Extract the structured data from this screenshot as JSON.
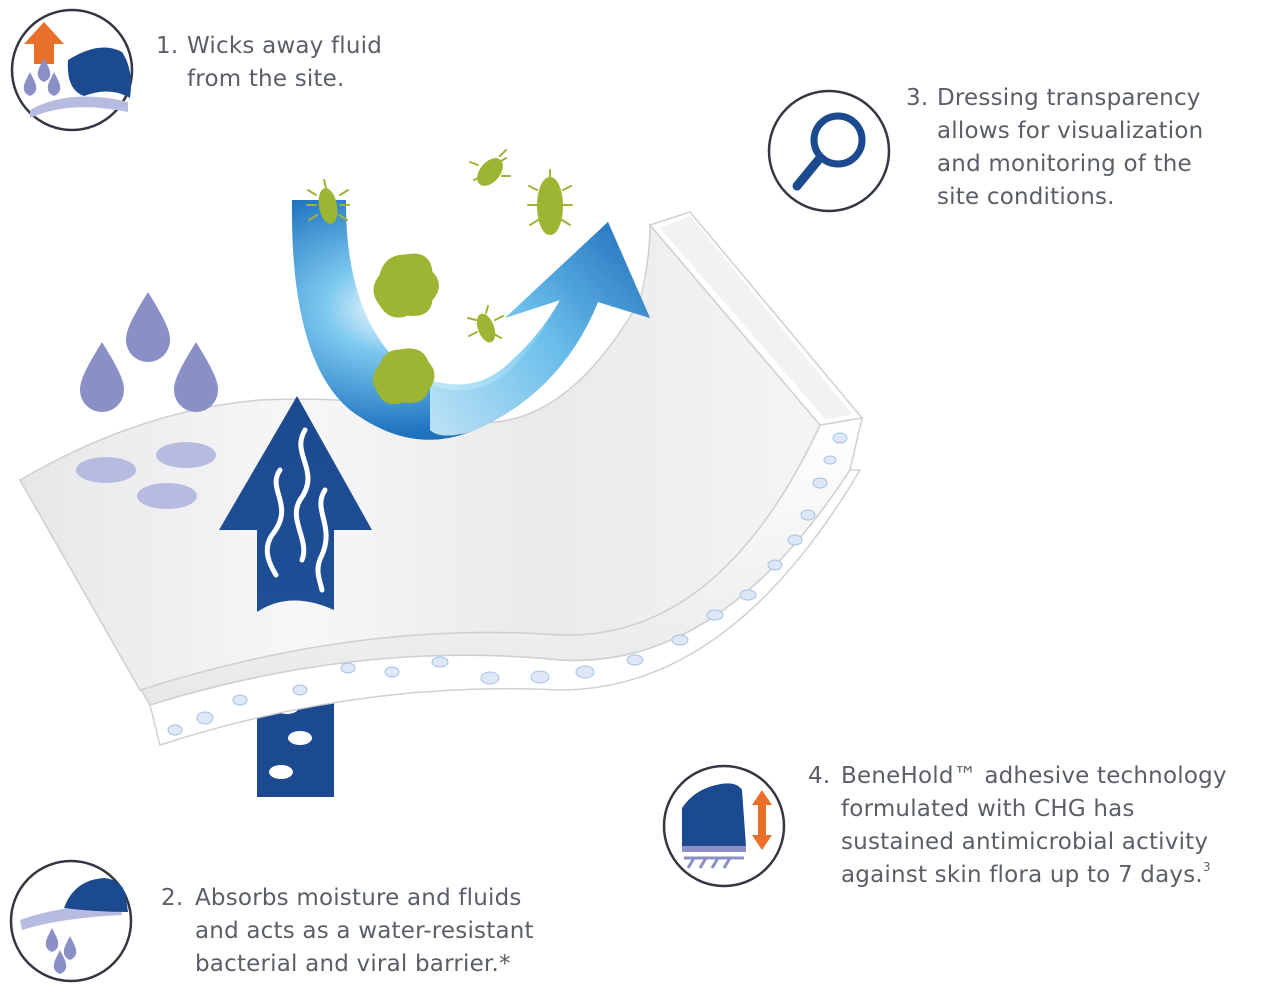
{
  "colors": {
    "navy": "#1c4a8f",
    "blue_mid": "#2f7fc7",
    "blue_light": "#8fd3f4",
    "orange": "#e8702a",
    "drop_purple": "#8a8fc6",
    "microbe_green": "#9cb532",
    "text_gray": "#5a5f66"
  },
  "icons": [
    "fluid-wick-icon",
    "moisture-barrier-icon",
    "magnifier-icon",
    "adhesive-icon"
  ],
  "callouts": {
    "c1": {
      "number": "1.",
      "line1": "Wicks away fluid",
      "line2": "from the site."
    },
    "c2": {
      "number": "2.",
      "line1": "Absorbs moisture and fluids",
      "line2": "and acts as a water-resistant",
      "line3": "bacterial and viral barrier.*"
    },
    "c3": {
      "number": "3.",
      "line1": "Dressing transparency",
      "line2": "allows for visualization",
      "line3": "and monitoring of the",
      "line4": "site conditions."
    },
    "c4": {
      "number": "4.",
      "line1": "BeneHold™ adhesive technology",
      "line2": "formulated with CHG has",
      "line3": "sustained antimicrobial activity",
      "line4": "against skin flora up to 7 days.",
      "superscript": "3"
    }
  }
}
